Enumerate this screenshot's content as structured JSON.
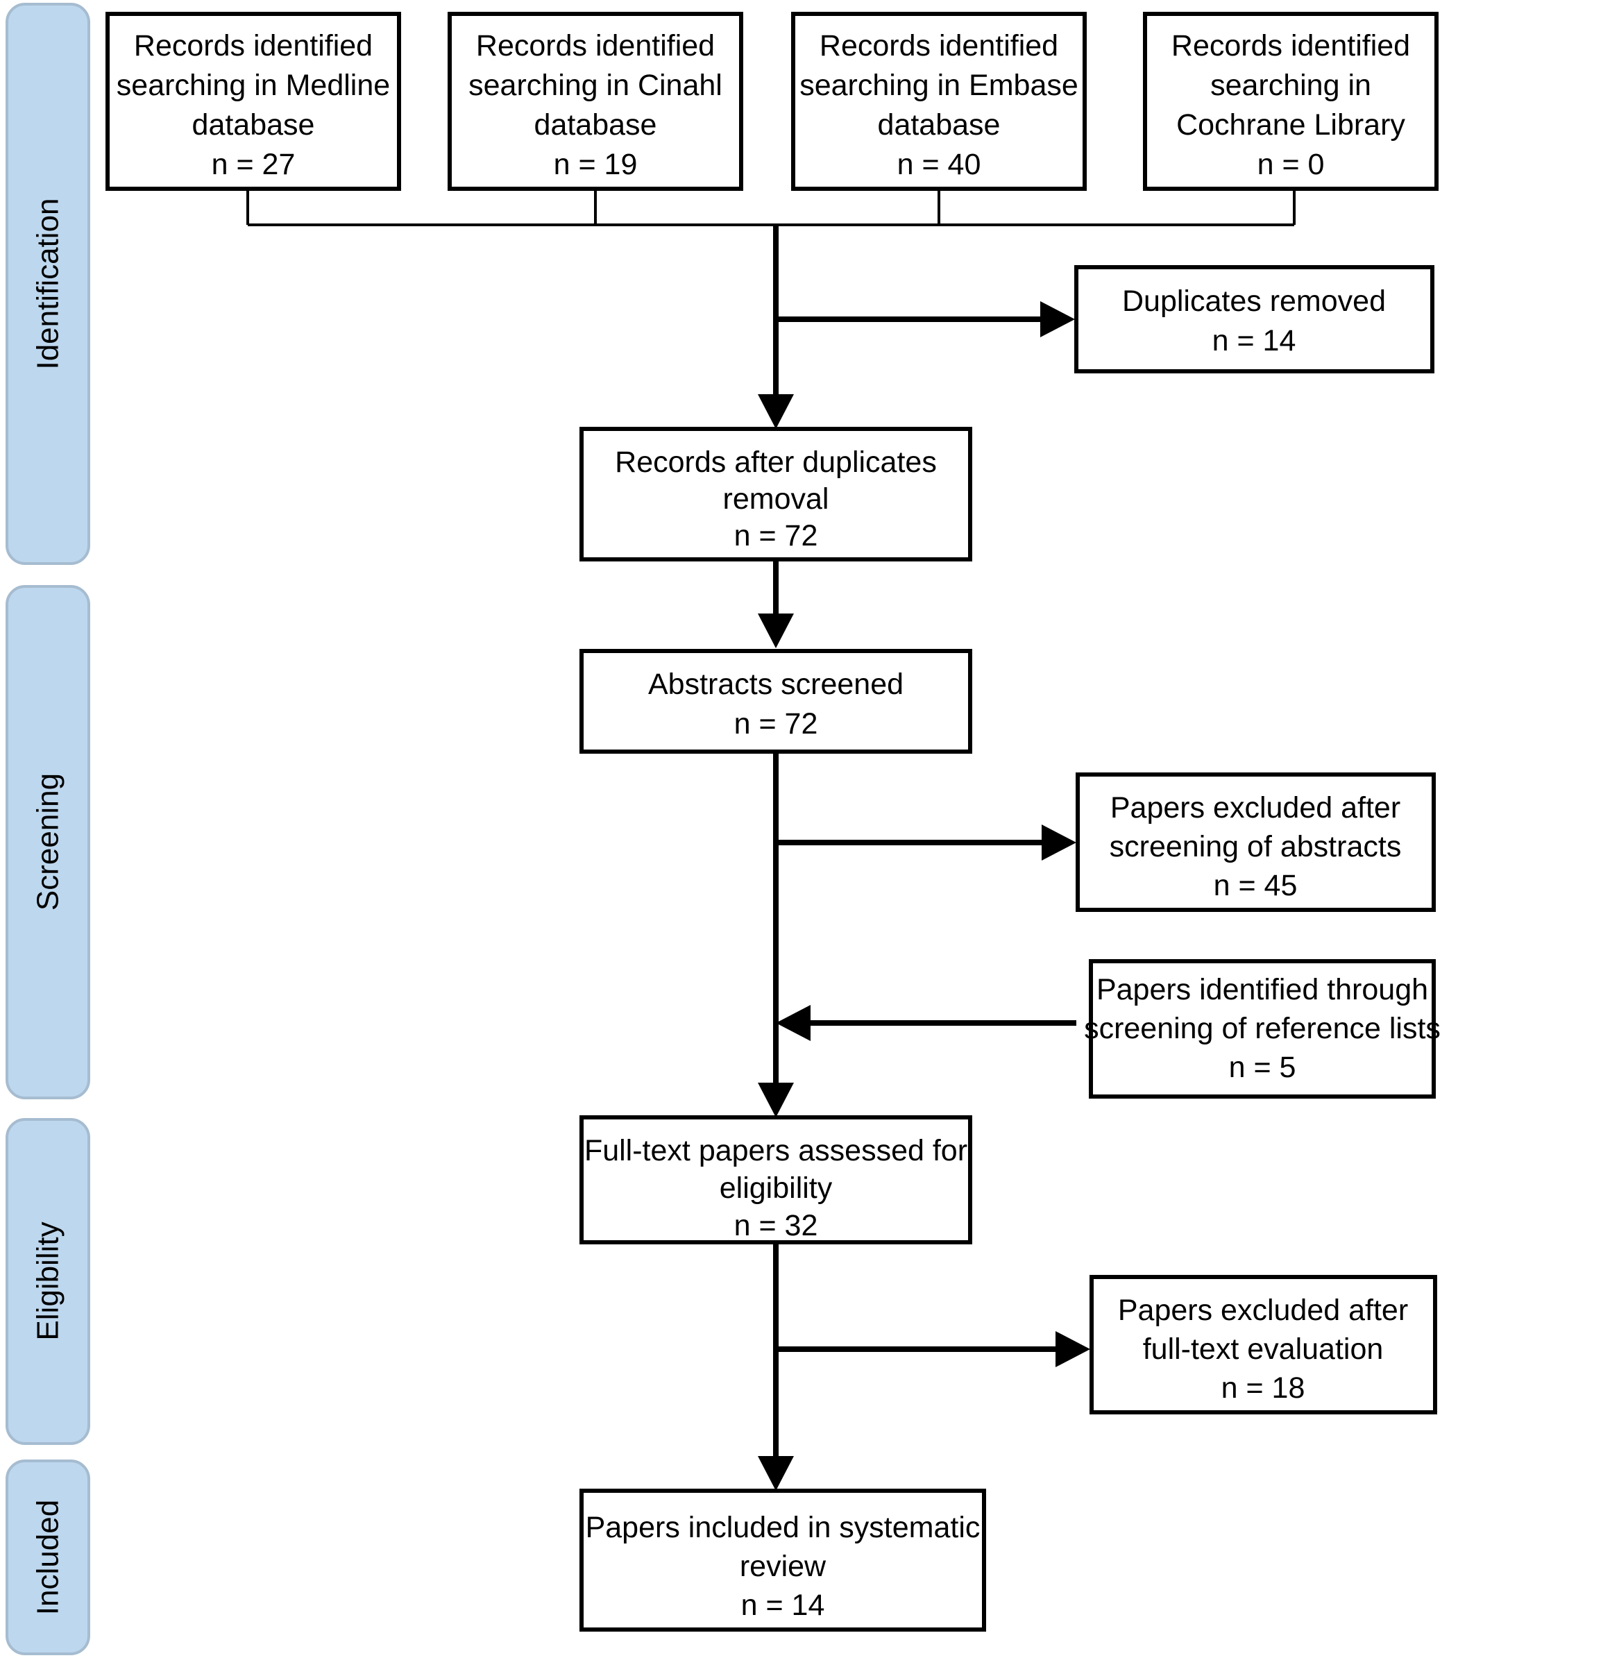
{
  "diagram": {
    "title": "PRISMA flow diagram",
    "colors": {
      "band_fill": "#bdd7ee",
      "band_stroke": "#a6bcd0",
      "box_fill": "#ffffff",
      "box_stroke": "#000000",
      "text": "#000000",
      "background": "#ffffff"
    }
  },
  "stages": [
    {
      "id": "identification",
      "label": "Identification"
    },
    {
      "id": "screening",
      "label": "Screening"
    },
    {
      "id": "eligibility",
      "label": "Eligibility"
    },
    {
      "id": "included",
      "label": "Included"
    }
  ],
  "sources": [
    {
      "id": "medline",
      "line1": "Records identified",
      "line2": "searching in Medline",
      "line3": "database",
      "count": "n = 27"
    },
    {
      "id": "cinahl",
      "line1": "Records identified",
      "line2": "searching in Cinahl",
      "line3": "database",
      "count": "n = 19"
    },
    {
      "id": "embase",
      "line1": "Records identified",
      "line2": "searching in Embase",
      "line3": "database",
      "count": "n = 40"
    },
    {
      "id": "cochrane",
      "line1": "Records identified",
      "line2": "searching in",
      "line3": "Cochrane Library",
      "count": "n = 0"
    }
  ],
  "main_flow": [
    {
      "id": "after-duplicates",
      "line1": "Records after duplicates",
      "line2": "removal",
      "count": "n = 72"
    },
    {
      "id": "abstracts-screened",
      "line1": "Abstracts screened",
      "line2": "",
      "count": "n = 72"
    },
    {
      "id": "full-text-assessed",
      "line1": "Full-text papers assessed for",
      "line2": "eligibility",
      "count": "n = 32"
    },
    {
      "id": "included-review",
      "line1": "Papers included in systematic",
      "line2": "review",
      "count": "n = 14"
    }
  ],
  "side_boxes": [
    {
      "id": "duplicates-removed",
      "line1": "Duplicates removed",
      "line2": "",
      "count": "n = 14",
      "direction": "out"
    },
    {
      "id": "excluded-abstracts",
      "line1": "Papers excluded after",
      "line2": "screening of abstracts",
      "count": "n = 45",
      "direction": "out"
    },
    {
      "id": "identified-reference-lists",
      "line1": "Papers identified through",
      "line2": "screening of reference lists",
      "count": "n = 5",
      "direction": "in"
    },
    {
      "id": "excluded-fulltext",
      "line1": "Papers excluded after",
      "line2": "full-text evaluation",
      "count": "n = 18",
      "direction": "out"
    }
  ],
  "chart_data": {
    "type": "diagram",
    "title": "PRISMA flow diagram",
    "nodes": [
      {
        "id": "medline",
        "label": "Records identified searching in Medline database",
        "n": 27,
        "stage": "Identification"
      },
      {
        "id": "cinahl",
        "label": "Records identified searching in Cinahl database",
        "n": 19,
        "stage": "Identification"
      },
      {
        "id": "embase",
        "label": "Records identified searching in Embase database",
        "n": 40,
        "stage": "Identification"
      },
      {
        "id": "cochrane",
        "label": "Records identified searching in Cochrane Library",
        "n": 0,
        "stage": "Identification"
      },
      {
        "id": "duplicates-removed",
        "label": "Duplicates removed",
        "n": 14,
        "stage": "Identification"
      },
      {
        "id": "after-duplicates",
        "label": "Records after duplicates removal",
        "n": 72,
        "stage": "Identification"
      },
      {
        "id": "abstracts-screened",
        "label": "Abstracts screened",
        "n": 72,
        "stage": "Screening"
      },
      {
        "id": "excluded-abstracts",
        "label": "Papers excluded after screening of abstracts",
        "n": 45,
        "stage": "Screening"
      },
      {
        "id": "identified-reference-lists",
        "label": "Papers identified through screening of reference lists",
        "n": 5,
        "stage": "Screening"
      },
      {
        "id": "full-text-assessed",
        "label": "Full-text papers assessed for eligibility",
        "n": 32,
        "stage": "Eligibility"
      },
      {
        "id": "excluded-fulltext",
        "label": "Papers excluded after full-text evaluation",
        "n": 18,
        "stage": "Eligibility"
      },
      {
        "id": "included-review",
        "label": "Papers included in systematic review",
        "n": 14,
        "stage": "Included"
      }
    ],
    "edges": [
      {
        "from": "medline",
        "to": "after-duplicates"
      },
      {
        "from": "cinahl",
        "to": "after-duplicates"
      },
      {
        "from": "embase",
        "to": "after-duplicates"
      },
      {
        "from": "cochrane",
        "to": "after-duplicates"
      },
      {
        "from": "after-duplicates",
        "to": "duplicates-removed"
      },
      {
        "from": "after-duplicates",
        "to": "abstracts-screened"
      },
      {
        "from": "abstracts-screened",
        "to": "excluded-abstracts"
      },
      {
        "from": "identified-reference-lists",
        "to": "full-text-assessed"
      },
      {
        "from": "abstracts-screened",
        "to": "full-text-assessed"
      },
      {
        "from": "full-text-assessed",
        "to": "excluded-fulltext"
      },
      {
        "from": "full-text-assessed",
        "to": "included-review"
      }
    ]
  }
}
